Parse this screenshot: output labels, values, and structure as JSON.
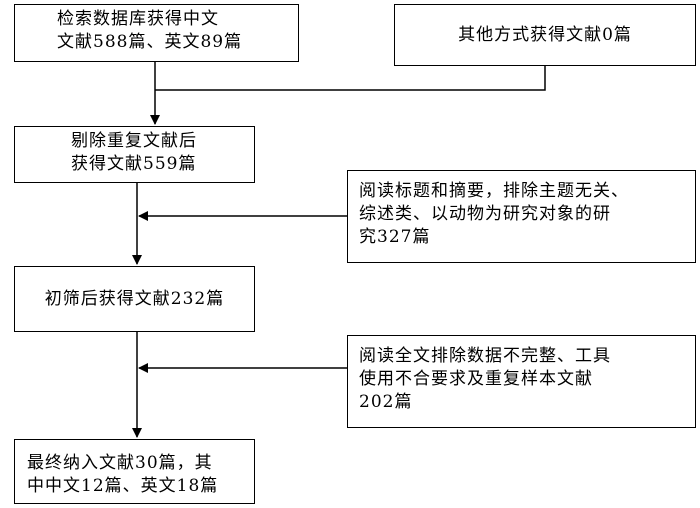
{
  "boxes": {
    "database_search": {
      "line1": "检索数据库获得中文",
      "line2": "文献588篇、英文89篇"
    },
    "other_sources": {
      "line1": "其他方式获得文献0篇"
    },
    "after_dedup": {
      "line1": "剔除重复文献后",
      "line2": "获得文献559篇"
    },
    "exclusion_title_abstract": {
      "line1": "阅读标题和摘要，排除主题无关、",
      "line2": "综述类、以动物为研究对象的研",
      "line3": "究327篇"
    },
    "after_screening": {
      "line1": "初筛后获得文献232篇"
    },
    "exclusion_full_text": {
      "line1": "阅读全文排除数据不完整、工具",
      "line2": "使用不合要求及重复样本文献",
      "line3": "202篇"
    },
    "final_included": {
      "line1": "最终纳入文献30篇，其",
      "line2": "中中文12篇、英文18篇"
    }
  },
  "colors": {
    "line": "#000000",
    "background": "#ffffff"
  }
}
